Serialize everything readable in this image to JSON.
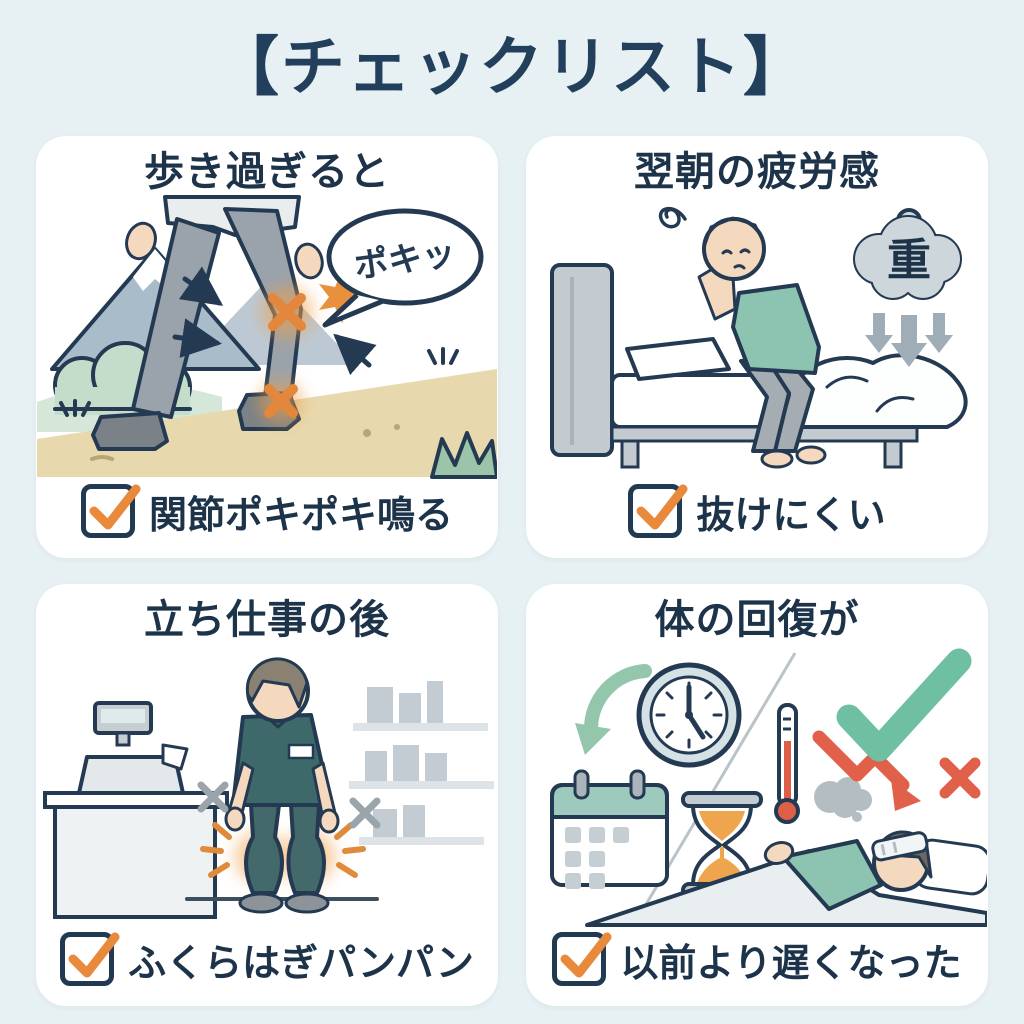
{
  "title": "【チェックリスト】",
  "colors": {
    "background": "#e7f0f2",
    "panel": "#ffffff",
    "text_navy": "#1d3349",
    "accent_orange": "#e8893c",
    "check_green": "#6fbfa2",
    "alert_red": "#e0604a",
    "shirt_teal": "#8cc4b1",
    "uniform_teal": "#3e696b",
    "grey": "#9aa6ad",
    "sand_orange": "#efa54e"
  },
  "panels": [
    {
      "heading": "歩き過ぎると",
      "checklist": "関節ポキポキ鳴る",
      "bubble_text": "ポキッ",
      "icons": [
        "speech-bubble",
        "burst-star",
        "cross-mark",
        "pointer-arrows",
        "pain-glow",
        "mountains",
        "walking-legs"
      ]
    },
    {
      "heading": "翌朝の疲労感",
      "checklist": "抜けにくい",
      "weight_text": "重",
      "icons": [
        "weight-cloud",
        "down-arrows",
        "bed",
        "tired-man"
      ]
    },
    {
      "heading": "立ち仕事の後",
      "checklist": "ふくらはぎパンパン",
      "icons": [
        "cash-register",
        "shelf-boxes",
        "cross-marks",
        "pain-glow",
        "standing-worker"
      ]
    },
    {
      "heading": "体の回復が",
      "checklist": "以前より遅くなった",
      "icons": [
        "clock",
        "curved-arrow",
        "calendar",
        "hourglass",
        "thermometer",
        "thought-cloud",
        "downtrend-arrow",
        "check-mark",
        "cross-mark",
        "sleeping-person"
      ]
    }
  ]
}
